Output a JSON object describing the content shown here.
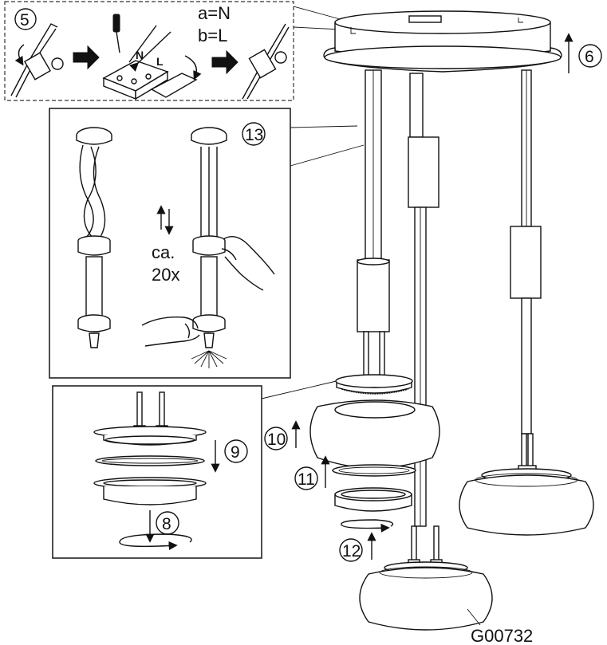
{
  "steps": {
    "s5": "5",
    "s6": "6",
    "s8": "8",
    "s9": "9",
    "s10": "10",
    "s11": "11",
    "s12": "12",
    "s13": "13"
  },
  "wiring": {
    "a_label": "a=N",
    "b_label": "b=L",
    "terminal_n": "N",
    "terminal_l": "L"
  },
  "adjust": {
    "ca": "ca.",
    "times": "20x"
  },
  "drawing_code": "G00732"
}
